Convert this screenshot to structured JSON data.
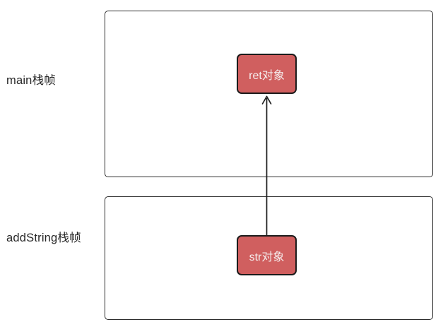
{
  "diagram": {
    "frames": [
      {
        "label": "main栈帧",
        "object": {
          "label": "ret对象"
        }
      },
      {
        "label": "addString栈帧",
        "object": {
          "label": "str对象"
        }
      }
    ],
    "arrow": {
      "from": "str对象",
      "to": "ret对象",
      "direction": "up"
    },
    "colors": {
      "object_fill": "#d05f5f",
      "object_border": "#1b1b1b",
      "object_text": "#f5eded",
      "frame_border": "#2d2d2d",
      "label_text": "#262626",
      "arrow": "#1f1f1f"
    }
  }
}
